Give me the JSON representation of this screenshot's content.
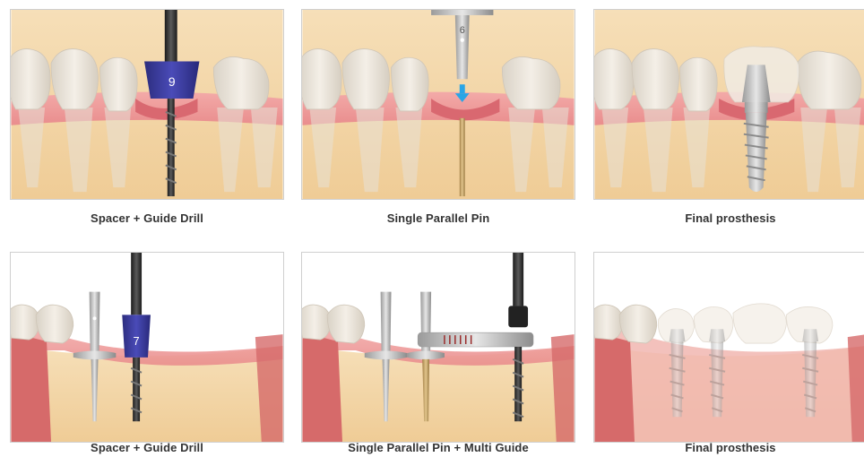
{
  "panels": [
    {
      "caption": "Spacer  + Guide Drill",
      "marker": "9"
    },
    {
      "caption": "Single Parallel Pin",
      "marker": "6"
    },
    {
      "caption": "Final prosthesis"
    },
    {
      "caption": "Spacer  + Guide Drill",
      "marker": "7"
    },
    {
      "caption": "Single Parallel Pin + Multi Guide"
    },
    {
      "caption": "Final prosthesis"
    }
  ],
  "colors": {
    "gum": "#ee9a9a",
    "bone": "#f2d7aa",
    "tooth": "#e9e3d9",
    "spacer": "#3b3c9f",
    "pin": "#c8c8c8",
    "arrow": "#2aa5e6"
  }
}
